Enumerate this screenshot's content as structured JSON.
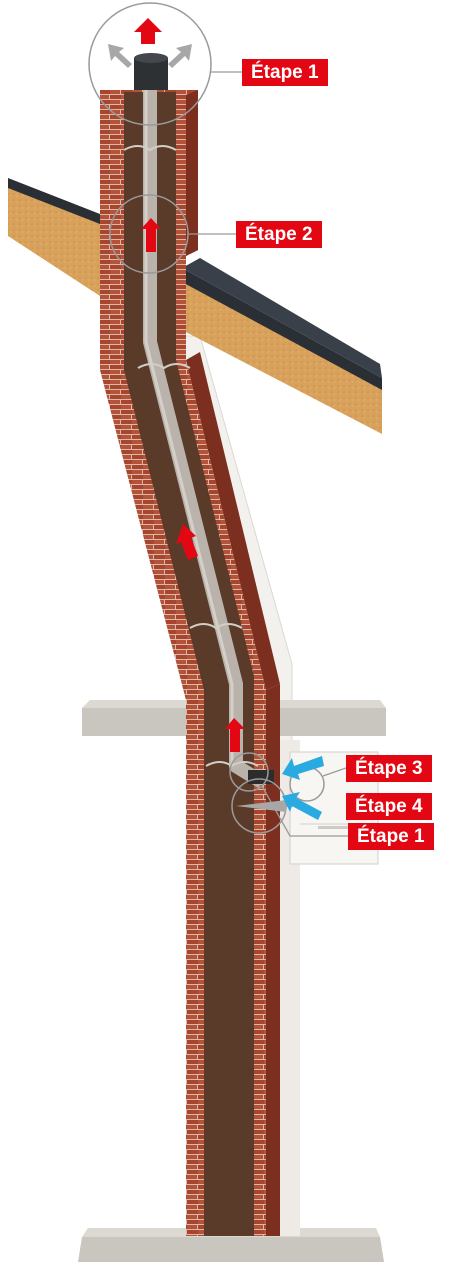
{
  "labels": {
    "step_1_top": "Étape 1",
    "step_2": "Étape 2",
    "step_4": "Étape 4",
    "step_3": "Étape 3",
    "step_1_bottom": "Étape 1"
  },
  "colors": {
    "label_bg": "#e30613",
    "label_text": "#ffffff",
    "brick": "#a8452e",
    "brick_dark": "#7c2f1e",
    "flue_pipe": "#b9b3ab",
    "insulation": "#5a3b2a",
    "roof_timber": "#d9a25c",
    "roof_tiles": "#2a2f36",
    "slab": "#c9c5bf",
    "wall": "#f3f1ed",
    "boiler": "#f7f6f3",
    "flow_arrow": "#e30613",
    "air_arrow": "#29aae1",
    "grey_arrow": "#a7a7a7",
    "callout_circle": "#9a9a9a"
  },
  "icons": [
    "up-arrow-icon",
    "air-intake-arrow-icon",
    "exhaust-vent-icon"
  ]
}
